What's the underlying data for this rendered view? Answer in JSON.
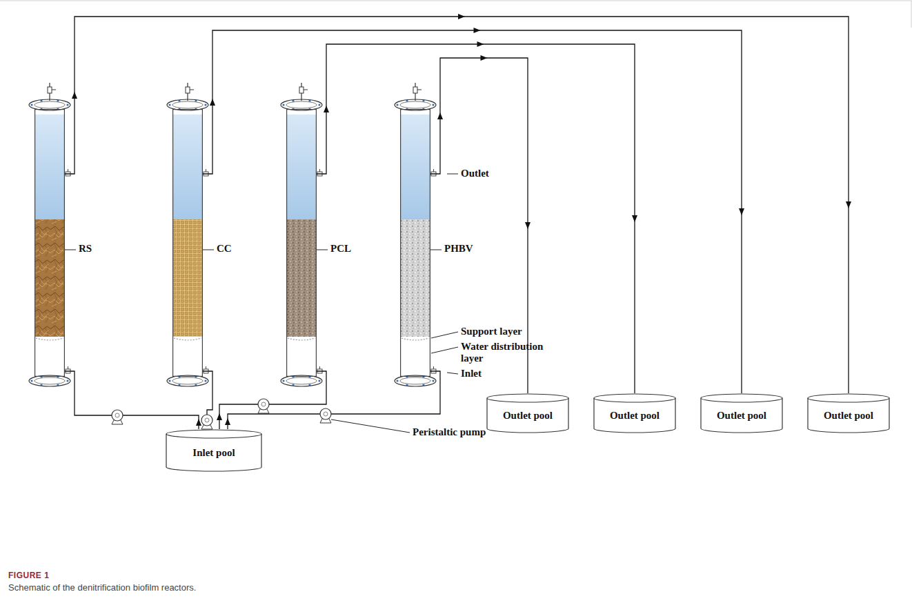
{
  "diagram": {
    "caption": "Schematic of the denitrification biofilm reactors.",
    "nodes": [
      {
        "text": [
          "RS"
        ]
      },
      {
        "text": [
          "CC"
        ]
      },
      {
        "text": [
          "PCL"
        ]
      },
      {
        "text": [
          "PHBV"
        ]
      },
      {
        "text": [
          "Inlet pool"
        ]
      },
      {
        "text": [
          "Outlet pool"
        ]
      },
      {
        "text": [
          "Outlet pool"
        ]
      },
      {
        "text": [
          "Outlet pool"
        ]
      },
      {
        "text": [
          "Outlet pool"
        ]
      }
    ],
    "edges": [
      {
        "from": 4,
        "to": 0,
        "arrow": "to"
      },
      {
        "from": 4,
        "to": 1,
        "arrow": "to"
      },
      {
        "from": 4,
        "to": 2,
        "arrow": "to"
      },
      {
        "from": 4,
        "to": 3,
        "arrow": "to"
      },
      {
        "from": 0,
        "to": 8,
        "arrow": "to"
      },
      {
        "from": 1,
        "to": 7,
        "arrow": "to"
      },
      {
        "from": 2,
        "to": 6,
        "arrow": "to"
      },
      {
        "from": 3,
        "to": 5,
        "arrow": "to"
      }
    ],
    "labels": [
      "Outlet",
      "Support layer",
      "Water distribution layer",
      "Inlet",
      "Peristaltic pump",
      "FIGURE 1"
    ]
  }
}
